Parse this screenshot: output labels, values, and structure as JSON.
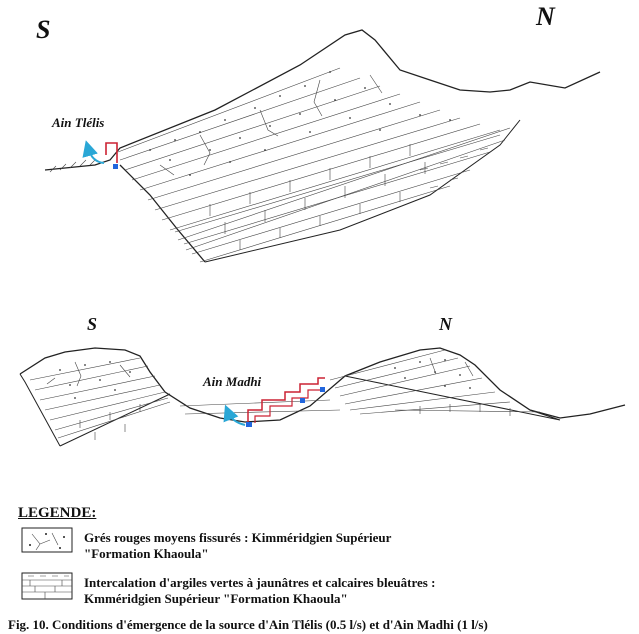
{
  "diagram1": {
    "south_label": "S",
    "north_label": "N",
    "spring_label": "Ain Tlélis"
  },
  "diagram2": {
    "south_label": "S",
    "north_label": "N",
    "spring_label": "Ain Madhi"
  },
  "legend": {
    "title": "LEGENDE:",
    "item1_line1": "Grés rouges moyens fissurés : Kimméridgien Supérieur",
    "item1_line2": "\"Formation Khaoula\"",
    "item2_line1": "Intercalation d'argiles vertes à jaunâtres et calcaires bleuâtres :",
    "item2_line2": "Kmméridgien Supérieur \"Formation Khaoula\""
  },
  "caption": "Fig. 10. Conditions d'émergence de la source d'Ain Tlélis (0.5 l/s) et d'Ain Madhi (1 l/s)",
  "colors": {
    "ink": "#222222",
    "flow_arrow": "#2aa7d6",
    "spring_marker": "#cc2233",
    "emergence": "#2266dd"
  }
}
